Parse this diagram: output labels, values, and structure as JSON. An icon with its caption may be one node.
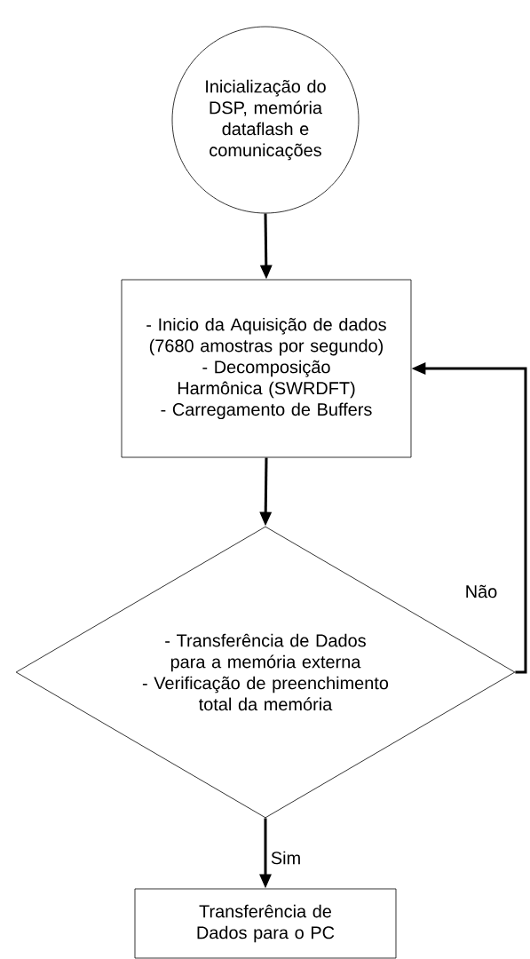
{
  "diagram": {
    "nodes": [
      {
        "text": [
          "Inicialização do DSP, memória dataflash e comunicações"
        ]
      },
      {
        "text": [
          "- Inicio da Aquisição de dados (7680 amostras por segundo)",
          "- Decomposição Harmônica (SWRDFT)",
          "- Carregamento de Buffers"
        ]
      },
      {
        "text": [
          "- Transferência de Dados para a memória externa",
          "- Verificação de preenchimento total da memória"
        ]
      },
      {
        "text": [
          "Transferência de Dados para o PC"
        ]
      }
    ],
    "edges": [
      {
        "from": 0,
        "to": 1,
        "arrow": "to"
      },
      {
        "from": 1,
        "to": 2,
        "arrow": "to"
      },
      {
        "from": 2,
        "to": 3,
        "arrow": "to",
        "label": "Sim"
      },
      {
        "from": 2,
        "to": 1,
        "arrow": "to",
        "label": "Não"
      }
    ]
  }
}
